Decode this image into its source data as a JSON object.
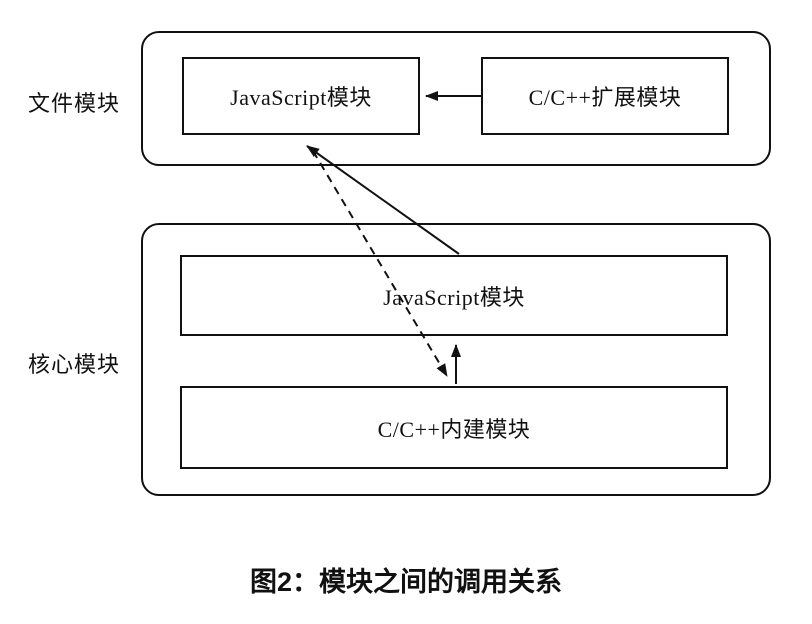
{
  "figure": {
    "caption": "图2：模块之间的调用关系"
  },
  "file_modules": {
    "label": "文件模块",
    "javascript_box": "JavaScript模块",
    "cpp_extension_box": "C/C++扩展模块"
  },
  "core_modules": {
    "label": "核心模块",
    "javascript_box": "JavaScript模块",
    "cpp_builtin_box": "C/C++内建模块"
  },
  "arrows": [
    {
      "name": "cpp-extension-to-file-javascript",
      "style": "solid"
    },
    {
      "name": "core-javascript-to-file-javascript",
      "style": "solid"
    },
    {
      "name": "file-javascript-to-cpp-builtin",
      "style": "dashed"
    },
    {
      "name": "cpp-builtin-to-core-javascript",
      "style": "solid"
    }
  ],
  "colors": {
    "stroke": "#111111",
    "background": "#ffffff"
  }
}
